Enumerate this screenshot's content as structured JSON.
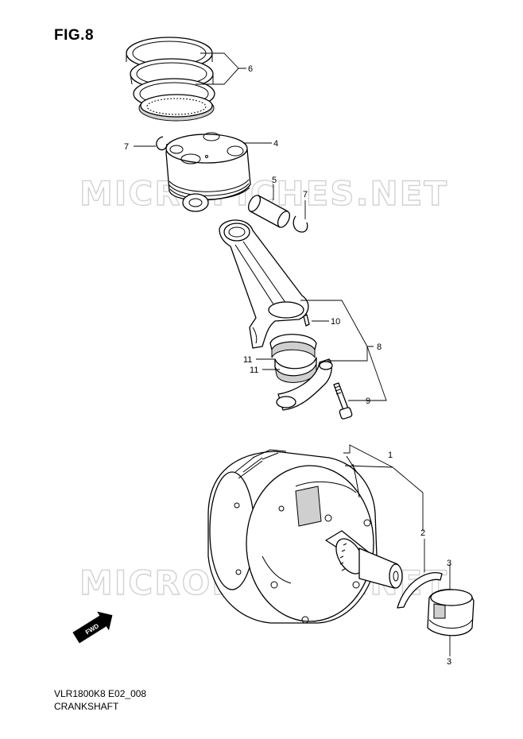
{
  "figure": {
    "title": "FIG.8"
  },
  "watermark": {
    "text": "MICROFICHES.NET"
  },
  "callouts": [
    {
      "id": "c1",
      "label": "1"
    },
    {
      "id": "c2",
      "label": "2"
    },
    {
      "id": "c3a",
      "label": "3"
    },
    {
      "id": "c3b",
      "label": "3"
    },
    {
      "id": "c4",
      "label": "4"
    },
    {
      "id": "c5",
      "label": "5"
    },
    {
      "id": "c6",
      "label": "6"
    },
    {
      "id": "c7a",
      "label": "7"
    },
    {
      "id": "c7b",
      "label": "7"
    },
    {
      "id": "c8",
      "label": "8"
    },
    {
      "id": "c9",
      "label": "9"
    },
    {
      "id": "c10",
      "label": "10"
    },
    {
      "id": "c11a",
      "label": "11"
    },
    {
      "id": "c11b",
      "label": "11"
    }
  ],
  "direction_badge": {
    "text": "FWD"
  },
  "footer": {
    "model_code": "VLR1800K8 E02_008",
    "section": "CRANKSHAFT"
  }
}
